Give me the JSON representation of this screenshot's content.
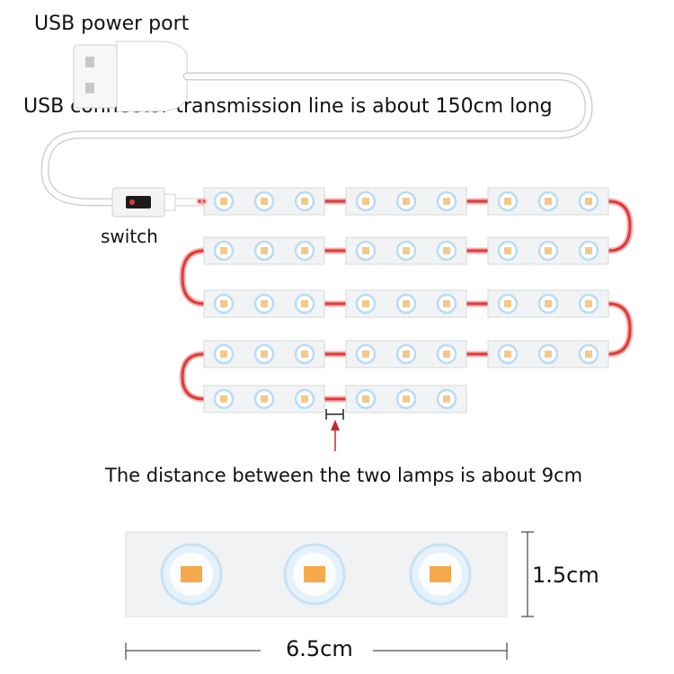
{
  "labels": {
    "usb_power_port": "USB power port",
    "transmission_line": "USB connector transmission line is about 150cm long",
    "switch": "switch",
    "lamp_distance": "The distance between the two lamps is about 9cm",
    "module_height": "1.5cm",
    "module_width": "6.5cm"
  },
  "strip": {
    "rows": [
      3,
      3,
      3,
      3,
      2
    ],
    "leds_per_module": 3,
    "wire_color": "#e03a3a",
    "wire_outline": "#f1b4b4",
    "led_color": "#f3c98a",
    "led_ring": "#b9dcf2"
  },
  "detail": {
    "led_count": 3,
    "led_core_color": "#f5a94a",
    "led_ring_color": "#c6e2f7"
  },
  "colors": {
    "arrow": "#c62828",
    "cable": "#ffffff",
    "cable_outline": "#cfcfcf"
  }
}
